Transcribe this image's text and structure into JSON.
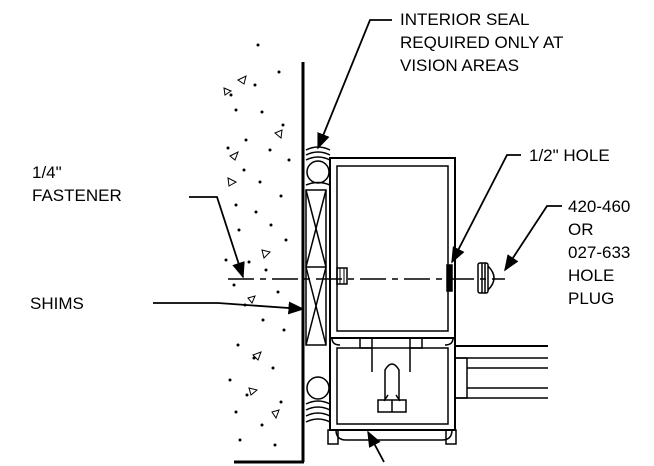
{
  "colors": {
    "ink": "#000000",
    "paper": "#ffffff"
  },
  "labels": {
    "interior_seal": [
      "INTERIOR SEAL",
      "REQUIRED ONLY AT",
      "VISION AREAS"
    ],
    "fastener": [
      "1/4\"",
      "FASTENER"
    ],
    "half_hole": "1/2\" HOLE",
    "hole_plug": [
      "420-460",
      "OR",
      "027-633",
      "HOLE",
      "PLUG"
    ],
    "shims": "SHIMS"
  }
}
